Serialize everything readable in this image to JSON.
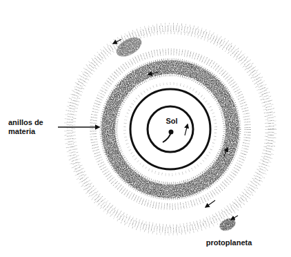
{
  "diagram": {
    "labels": [
      "anillos de materia",
      "Sol",
      "protoplaneta"
    ]
  }
}
